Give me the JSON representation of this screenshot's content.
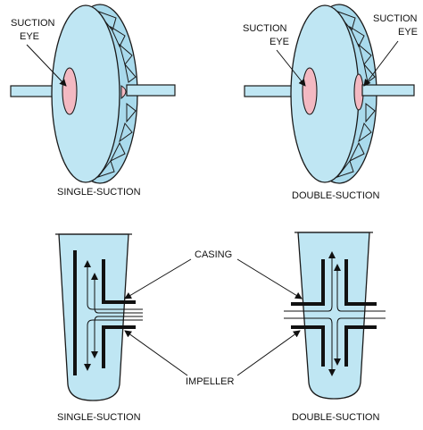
{
  "top_left": {
    "eye_label_line1": "SUCTION",
    "eye_label_line2": "EYE",
    "caption": "SINGLE-SUCTION"
  },
  "top_right": {
    "eye_label_left_line1": "SUCTION",
    "eye_label_left_line2": "EYE",
    "eye_label_right_line1": "SUCTION",
    "eye_label_right_line2": "EYE",
    "caption": "DOUBLE-SUCTION"
  },
  "bottom": {
    "casing_label": "CASING",
    "impeller_label": "IMPELLER",
    "caption_left": "SINGLE-SUCTION",
    "caption_right": "DOUBLE-SUCTION"
  },
  "colors": {
    "water": "#bfe6f3",
    "eye": "#f3b9c2",
    "line": "#111111"
  }
}
